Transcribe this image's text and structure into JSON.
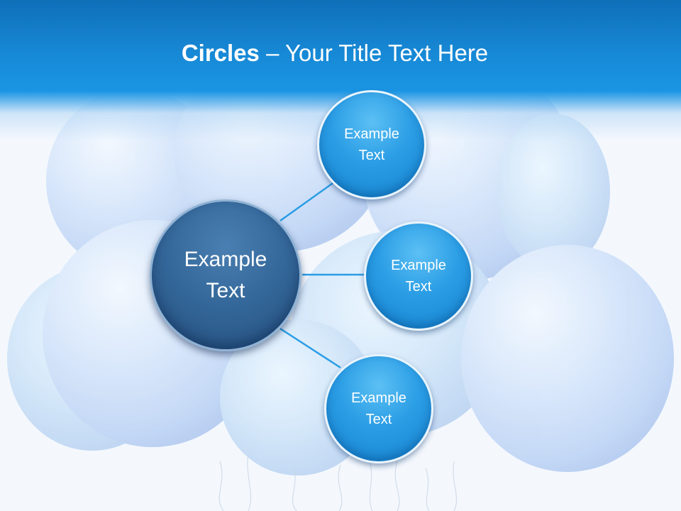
{
  "slide": {
    "title_bold": "Circles",
    "title_rest": " – Your Title Text Here"
  },
  "diagram": {
    "center": {
      "label_line1": "Example",
      "label_line2": "Text"
    },
    "nodes": [
      {
        "label_line1": "Example",
        "label_line2": "Text"
      },
      {
        "label_line1": "Example",
        "label_line2": "Text"
      },
      {
        "label_line1": "Example",
        "label_line2": "Text"
      }
    ]
  },
  "colors": {
    "header": "#1789d6",
    "center_circle": "#336698",
    "node_circle": "#2a9de5",
    "connector": "#2a9de5"
  }
}
